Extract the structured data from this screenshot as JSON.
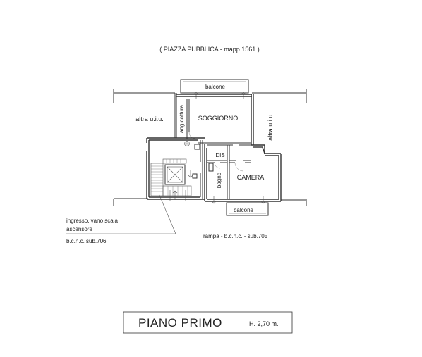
{
  "header": {
    "road_label": "( PIAZZA PUBBLICA  - mapp.1561 )"
  },
  "rooms": {
    "balcone_top": "balcone",
    "ang_cottura": "ang.cottura",
    "soggiorno": "SOGGIORNO",
    "altra_left": "altra u.i.u.",
    "altra_right": "altra u.i.u.",
    "dis": "DIS",
    "bagno": "bagno",
    "camera": "CAMERA",
    "balcone_bottom": "balcone"
  },
  "notes": {
    "ingresso_line1": "ingresso, vano scala",
    "ingresso_line2": "ascensore",
    "bcnc_706": "b.c.n.c.  sub.706",
    "rampa_705": "rampa   -  b.c.n.c.  -  sub.705"
  },
  "title_block": {
    "title": "PIANO  PRIMO",
    "height": "H. 2,70 m."
  },
  "colors": {
    "line": "#333333",
    "background": "#ffffff"
  }
}
